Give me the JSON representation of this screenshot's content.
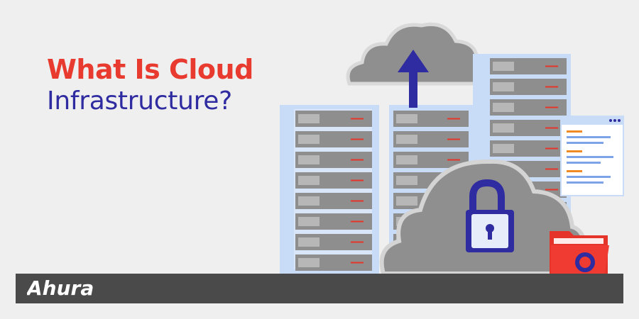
{
  "headline": {
    "line1": "What Is Cloud",
    "line2": "Infrastructure?"
  },
  "brand": {
    "logo_text": "Ahura"
  },
  "colors": {
    "background": "#efefef",
    "headline_accent": "#e83a2e",
    "headline_primary": "#2f2ba0",
    "brand_bar": "#4a4a4a",
    "server_frame": "#c8dbf7",
    "server_unit": "#8e8e8e",
    "cloud": "#8f8f8f",
    "arrow": "#2f2ba0",
    "lock": "#2f2ba0",
    "folder": "#e5352b"
  },
  "icons": [
    "upload-arrow-icon",
    "cloud-icon",
    "padlock-icon",
    "folder-gear-icon",
    "code-window-icon",
    "server-rack-icon"
  ]
}
